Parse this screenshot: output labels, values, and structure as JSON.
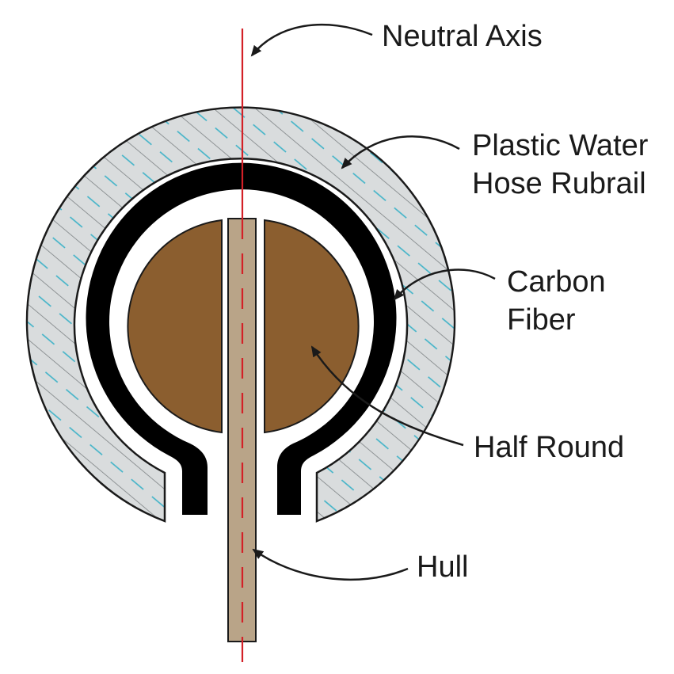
{
  "labels": {
    "neutral_axis": "Neutral Axis",
    "rubrail_line1": "Plastic Water",
    "rubrail_line2": "Hose Rubrail",
    "carbon_line1": "Carbon",
    "carbon_line2": "Fiber",
    "half_round": "Half Round",
    "hull": "Hull"
  },
  "colors": {
    "rubrail_fill": "#d9dcdd",
    "rubrail_hatch_gray": "#7d8284",
    "rubrail_hatch_cyan": "#3fb3c8",
    "carbon_fiber": "#000000",
    "half_round": "#8b5e2f",
    "hull": "#b9a488",
    "neutral_axis": "#d32027",
    "leader": "#1a1a1a"
  }
}
